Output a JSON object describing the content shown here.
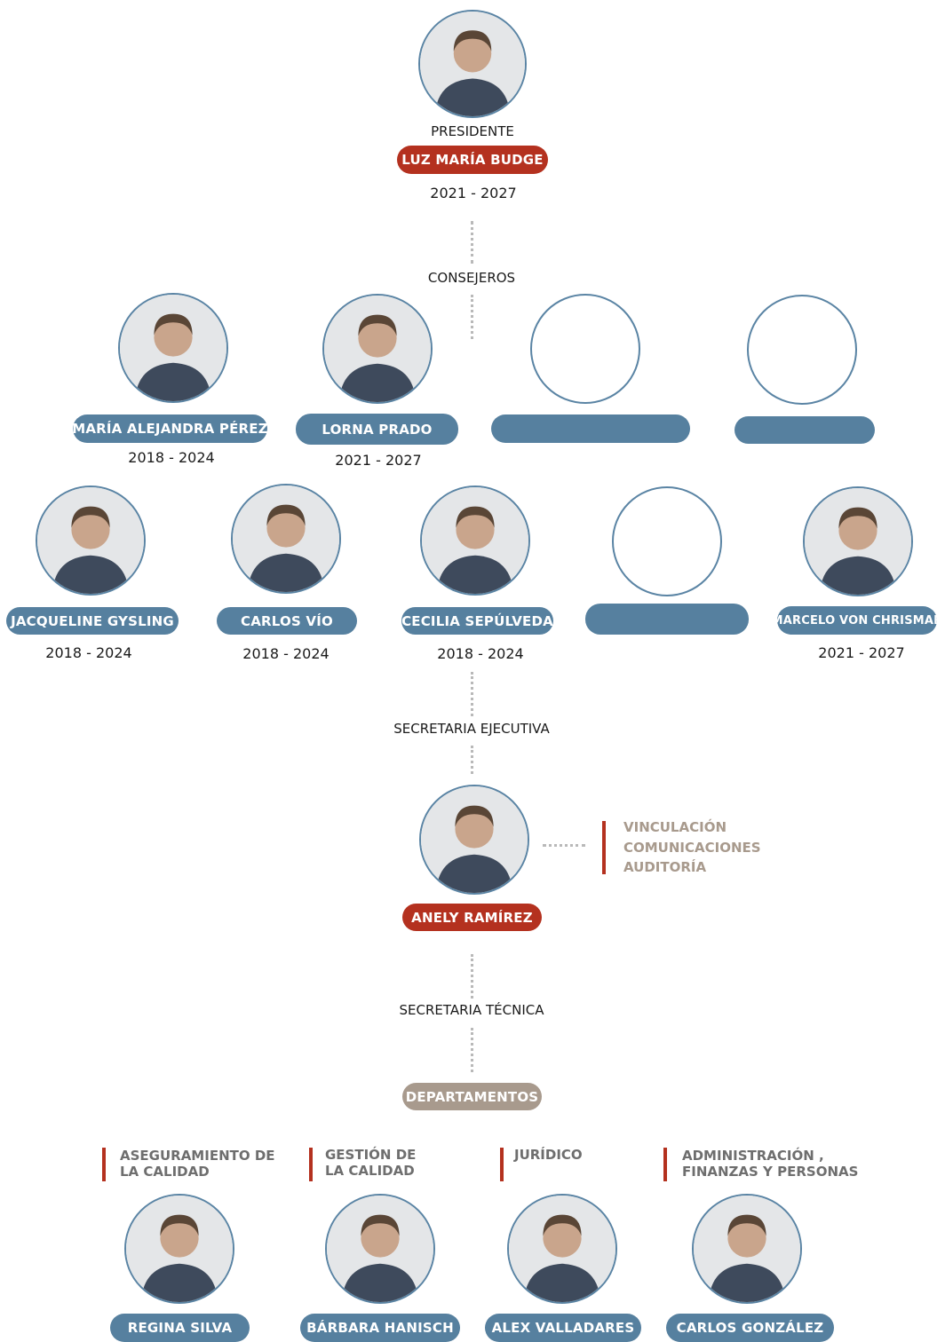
{
  "presidente": {
    "role": "PRESIDENTE",
    "name": "LUZ MARÍA BUDGE",
    "years": "2021 - 2027"
  },
  "consejeros": {
    "heading": "CONSEJEROS",
    "row1": [
      {
        "name": "MARÍA ALEJANDRA PÉREZ",
        "years": "2018 - 2024"
      },
      {
        "name": "LORNA PRADO",
        "years": "2021 - 2027"
      },
      {
        "name": "",
        "years": ""
      },
      {
        "name": "",
        "years": ""
      }
    ],
    "row2": [
      {
        "name": "JACQUELINE GYSLING",
        "years": "2018 - 2024"
      },
      {
        "name": "CARLOS VÍO",
        "years": "2018 - 2024"
      },
      {
        "name": "CECILIA SEPÚLVEDA",
        "years": "2018 - 2024"
      },
      {
        "name": "",
        "years": ""
      },
      {
        "name": "MARCELO VON CHRISMAR",
        "years": "2021 - 2027"
      }
    ]
  },
  "secretaria_ejecutiva": {
    "heading": "SECRETARIA EJECUTIVA",
    "name": "ANELY RAMÍREZ",
    "units": [
      "VINCULACIÓN",
      "COMUNICACIONES",
      "AUDITORÍA"
    ]
  },
  "secretaria_tecnica": {
    "heading": "SECRETARIA TÉCNICA",
    "departamentos_label": "DEPARTAMENTOS"
  },
  "departamentos": [
    {
      "line1": "ASEGURAMIENTO DE",
      "line2": "LA CALIDAD",
      "name": "REGINA SILVA"
    },
    {
      "line1": "GESTIÓN DE",
      "line2": "LA CALIDAD",
      "name": "BÁRBARA HANISCH"
    },
    {
      "line1": "JURÍDICO",
      "line2": "",
      "name": "ALEX VALLADARES"
    },
    {
      "line1": "ADMINISTRACIÓN ,",
      "line2": "FINANZAS Y PERSONAS",
      "name": "CARLOS GONZÁLEZ"
    }
  ],
  "colors": {
    "blue_pill": "#56809f",
    "red_pill": "#b4311f",
    "taupe_pill": "#a89a8d",
    "avatar_border": "#5a84a4"
  }
}
